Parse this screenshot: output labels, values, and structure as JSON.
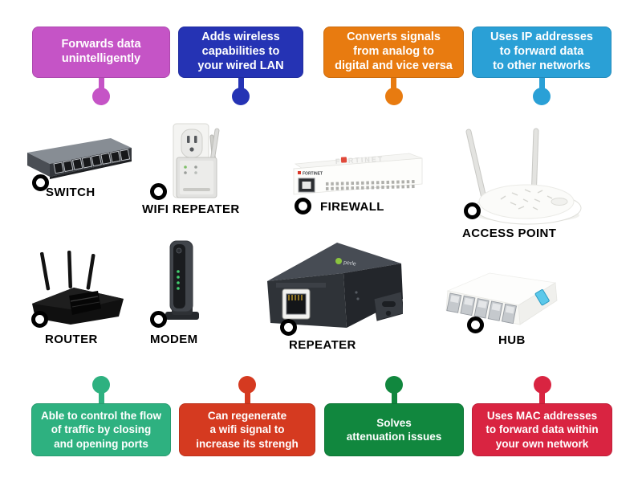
{
  "page": {
    "background": "#ffffff",
    "marker_fill": "#ffffff",
    "marker_ring": "#000000"
  },
  "top_labels": [
    {
      "text": "Forwards data\nunintelligently",
      "color": "#c554c6"
    },
    {
      "text": "Adds wireless\ncapabilities to\nyour wired LAN",
      "color": "#2533b4"
    },
    {
      "text": "Converts signals\nfrom analog to\ndigital and vice versa",
      "color": "#e87b10"
    },
    {
      "text": "Uses IP addresses\nto forward data\nto other networks",
      "color": "#2aa0d6"
    }
  ],
  "bottom_labels": [
    {
      "text": "Able to control the flow\nof traffic by closing\nand opening ports",
      "color": "#2eb180"
    },
    {
      "text": "Can regenerate\na wifi signal to\nincrease its strengh",
      "color": "#d53a20"
    },
    {
      "text": "Solves\nattenuation issues",
      "color": "#11873e"
    },
    {
      "text": "Uses MAC addresses\nto forward data within\nyour own network",
      "color": "#d92441"
    }
  ],
  "devices": [
    {
      "name": "SWITCH"
    },
    {
      "name": "WIFI REPEATER"
    },
    {
      "name": "FIREWALL"
    },
    {
      "name": "ACCESS POINT"
    },
    {
      "name": "ROUTER"
    },
    {
      "name": "MODEM"
    },
    {
      "name": "REPEATER"
    },
    {
      "name": "HUB"
    }
  ]
}
